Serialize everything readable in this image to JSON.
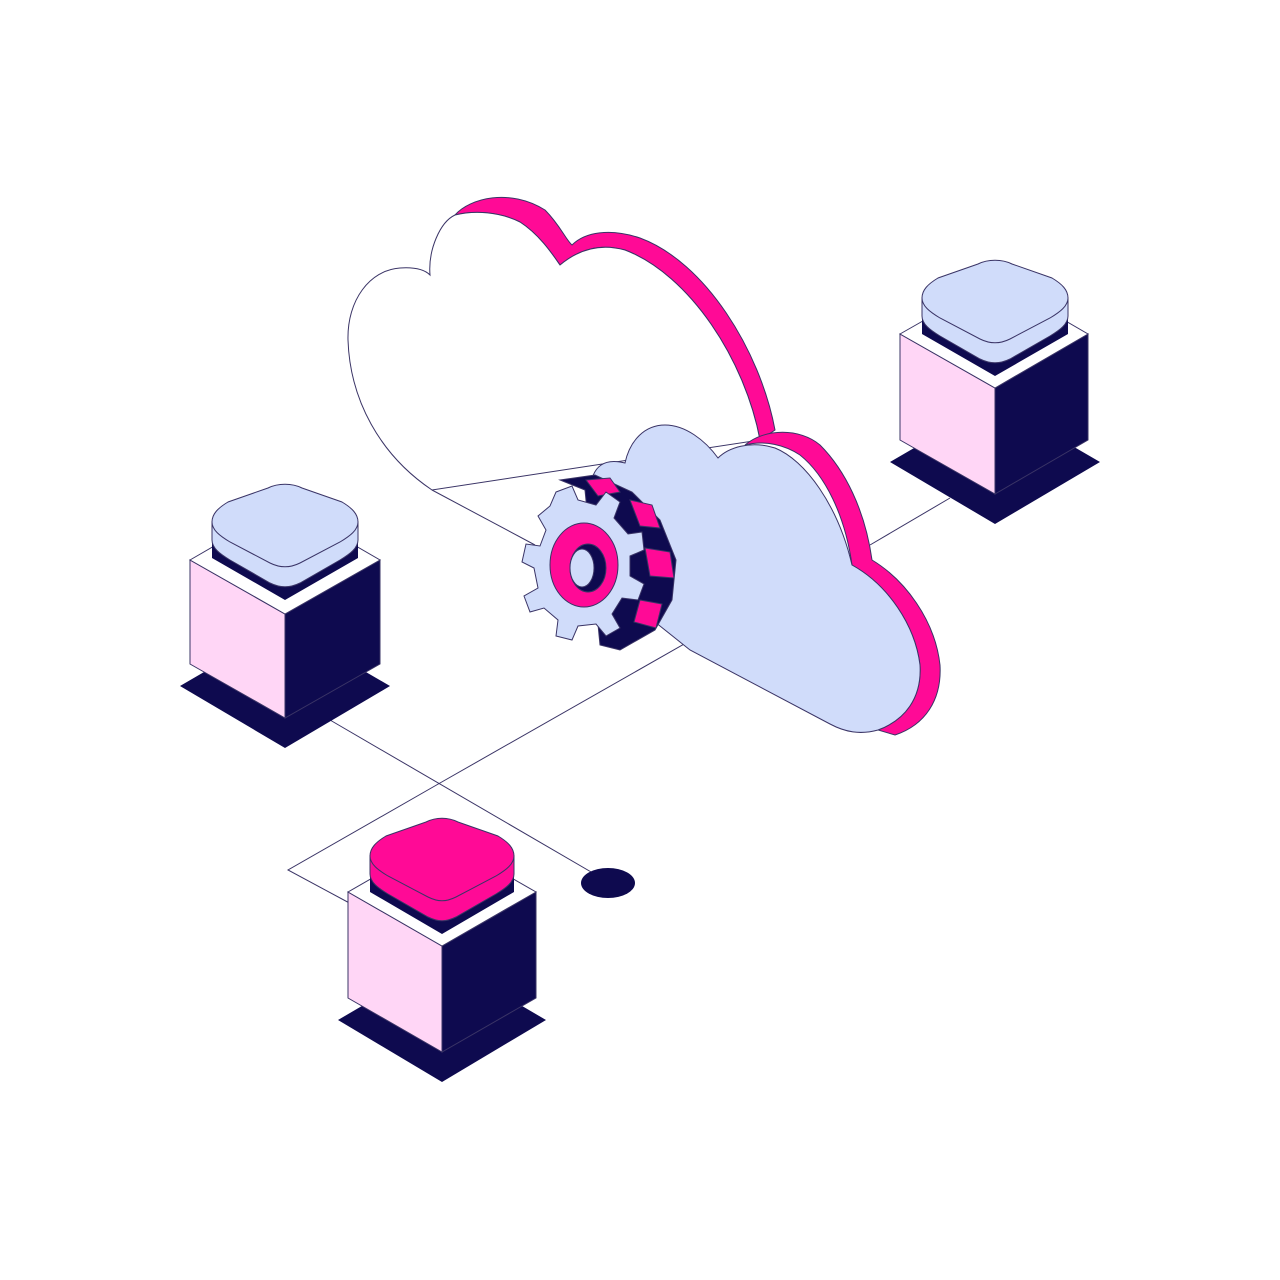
{
  "illustration": {
    "subject": "cloud-computing-network",
    "colors": {
      "background": "#ffffff",
      "magenta": "#ff0a96",
      "navy": "#0e0a4f",
      "lavender": "#d0dcfa",
      "pink": "#ffd6f6",
      "line": "#3a3466"
    },
    "servers": [
      {
        "id": "left",
        "cap_color": "#d0dcfa"
      },
      {
        "id": "right",
        "cap_color": "#d0dcfa"
      },
      {
        "id": "bottom",
        "cap_color": "#ff0a96"
      }
    ],
    "icons": [
      "cloud-icon",
      "gear-icon",
      "server-icon",
      "node-dot-icon"
    ]
  }
}
